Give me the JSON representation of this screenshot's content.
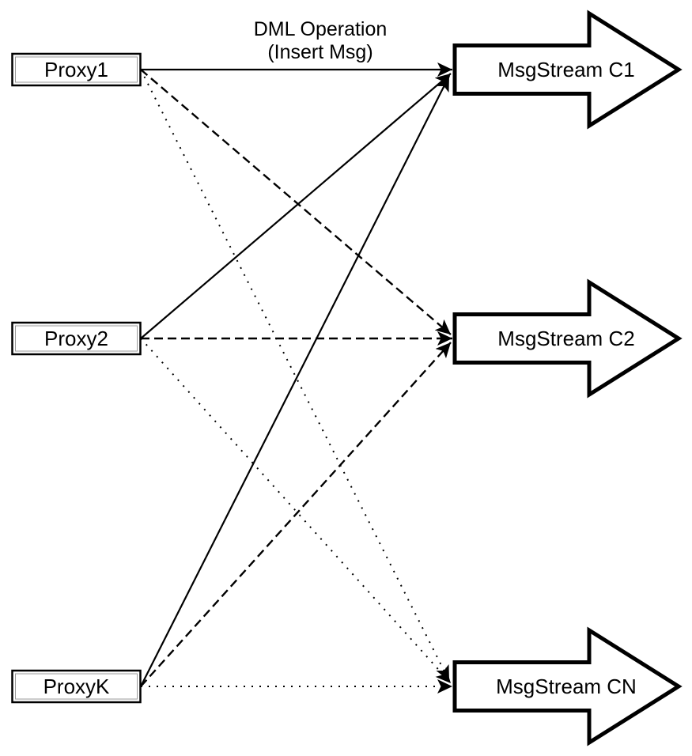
{
  "diagram": {
    "annotation": {
      "line1": "DML Operation",
      "line2": "(Insert Msg)"
    },
    "proxies": [
      {
        "label": "Proxy1"
      },
      {
        "label": "Proxy2"
      },
      {
        "label": "ProxyK"
      }
    ],
    "streams": [
      {
        "label": "MsgStream C1",
        "incoming_line_style": "solid"
      },
      {
        "label": "MsgStream C2",
        "incoming_line_style": "dashed"
      },
      {
        "label": "MsgStream CN",
        "incoming_line_style": "dotted"
      }
    ],
    "connections": [
      {
        "from": "Proxy1",
        "to": "MsgStream C1",
        "style": "solid"
      },
      {
        "from": "Proxy1",
        "to": "MsgStream C2",
        "style": "dashed"
      },
      {
        "from": "Proxy1",
        "to": "MsgStream CN",
        "style": "dotted"
      },
      {
        "from": "Proxy2",
        "to": "MsgStream C1",
        "style": "solid"
      },
      {
        "from": "Proxy2",
        "to": "MsgStream C2",
        "style": "dashed"
      },
      {
        "from": "Proxy2",
        "to": "MsgStream CN",
        "style": "dotted"
      },
      {
        "from": "ProxyK",
        "to": "MsgStream C1",
        "style": "solid"
      },
      {
        "from": "ProxyK",
        "to": "MsgStream C2",
        "style": "dashed"
      },
      {
        "from": "ProxyK",
        "to": "MsgStream CN",
        "style": "dotted"
      }
    ],
    "colors": {
      "stroke": "#000000",
      "fill": "#ffffff",
      "background": "#ffffff"
    }
  }
}
